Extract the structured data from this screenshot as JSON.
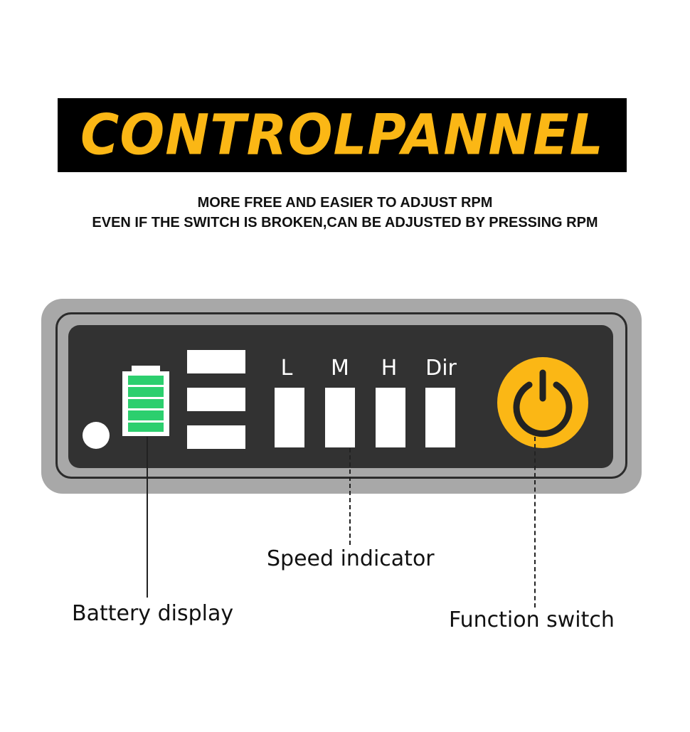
{
  "banner": {
    "title": "CONTROLPANNEL",
    "title_color": "#fbb715",
    "background": "#000000"
  },
  "subtitle": {
    "line1": "MORE FREE AND EASIER TO ADJUST RPM",
    "line2": "EVEN IF THE SWITCH IS BROKEN,CAN BE ADJUSTED BY PRESSING RPM"
  },
  "panel": {
    "battery_cells": 5,
    "battery_color": "#2ccf6e",
    "speed_labels": [
      "L",
      "M",
      "H",
      "Dir"
    ],
    "power_icon": "power-icon",
    "power_color": "#fbb715"
  },
  "callouts": {
    "speed": "Speed indicator",
    "battery": "Battery display",
    "power": "Function switch"
  }
}
